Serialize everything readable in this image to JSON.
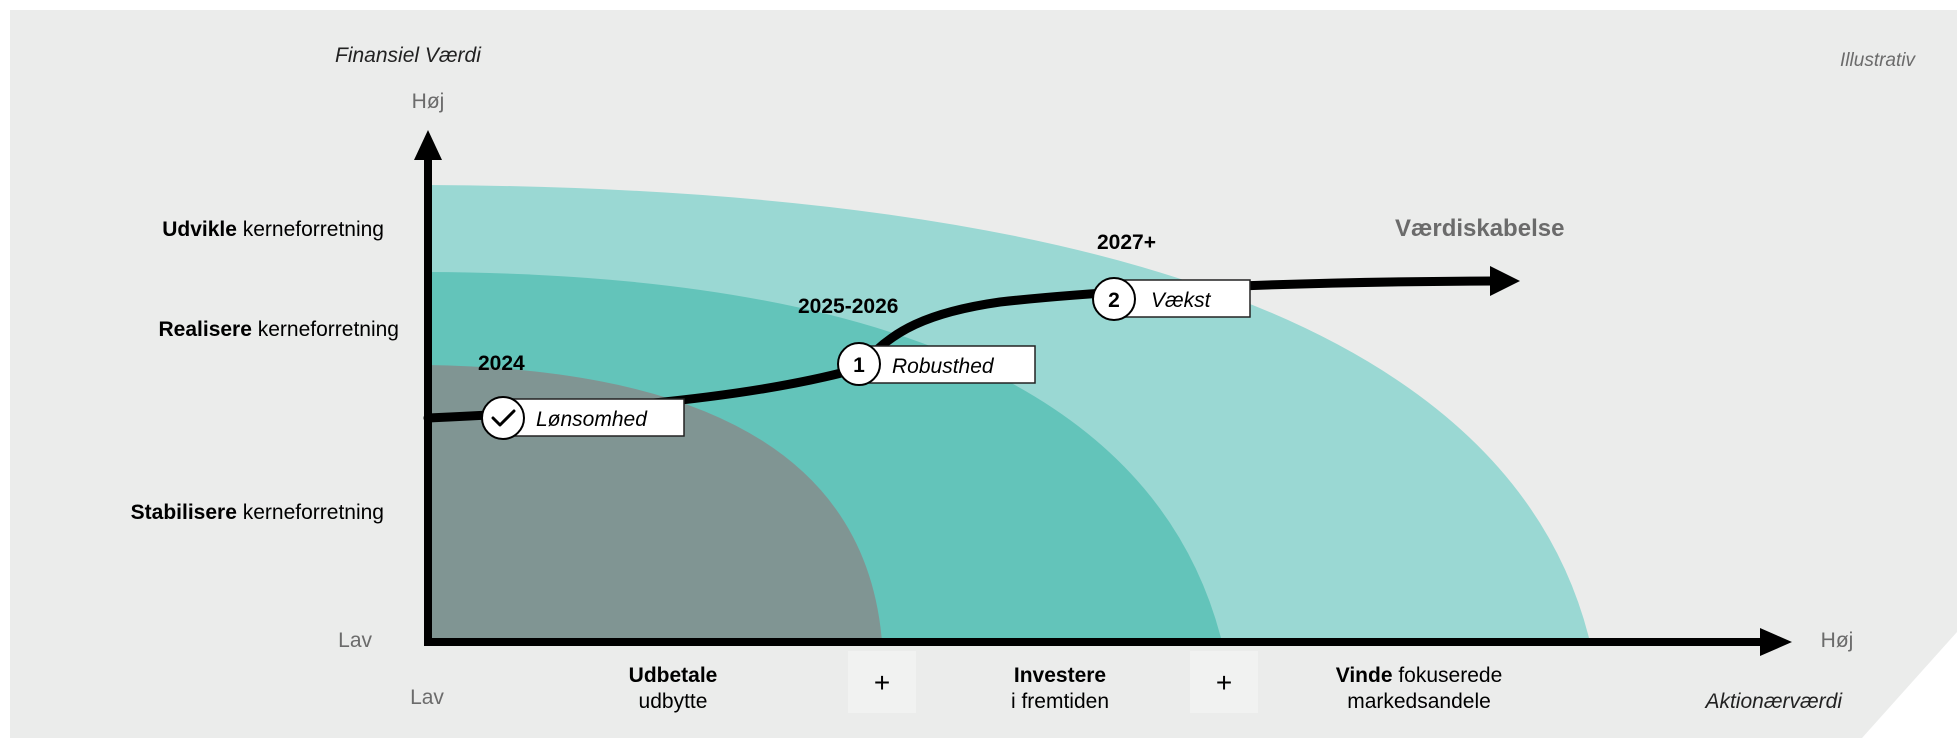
{
  "corner_note": "Illustrativ",
  "axes": {
    "y_title": "Finansiel Værdi",
    "y_high": "Høj",
    "y_low": "Lav",
    "x_title": "Aktionærværdi",
    "x_high": "Høj",
    "x_low": "Lav"
  },
  "levels": [
    {
      "bold": "Udvikle",
      "rest": " kerneforretning"
    },
    {
      "bold": "Realisere",
      "rest": " kerneforretning"
    },
    {
      "bold": "Stabilisere",
      "rest": " kerneforretning"
    }
  ],
  "x_categories": [
    {
      "bold": "Udbetale",
      "line2": "udbytte"
    },
    {
      "bold": "Investere",
      "line2": "i fremtiden"
    },
    {
      "bold": "Vinde",
      "rest": " fokuserede",
      "line2": "markedsandele"
    }
  ],
  "plus_sign": "+",
  "milestones": [
    {
      "year": "2024",
      "marker": "check",
      "label": "Lønsomhed"
    },
    {
      "year": "2025-2026",
      "marker": "1",
      "label": "Robusthed"
    },
    {
      "year": "2027+",
      "marker": "2",
      "label": "Vækst"
    }
  ],
  "curve_label": "Værdiskabelse",
  "colors": {
    "background": "#ebeceb",
    "zone_outer": "#9ad8d3",
    "zone_middle": "#63c4ba",
    "zone_inner": "#809593",
    "axis": "#000000",
    "muted_text": "#6b6b6b"
  }
}
